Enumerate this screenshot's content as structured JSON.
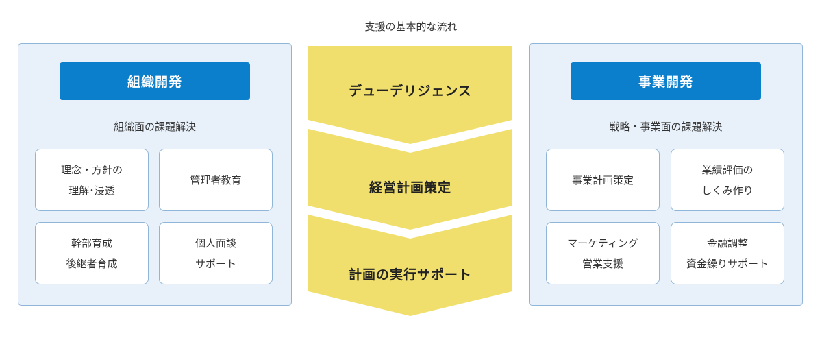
{
  "title": "支援の基本的な流れ",
  "colors": {
    "accent": "#0b7fcc",
    "panel_bg": "#e8f1fa",
    "panel_border": "#8fb5d9",
    "chevron": "#f0df6d"
  },
  "left_panel": {
    "header": "組織開発",
    "subtitle": "組織面の課題解決",
    "cards": [
      {
        "line1": "理念・方針の",
        "line2": "理解･浸透"
      },
      {
        "line1": "管理者教育",
        "line2": ""
      },
      {
        "line1": "幹部育成",
        "line2": "後継者育成"
      },
      {
        "line1": "個人面談",
        "line2": "サポート"
      }
    ]
  },
  "steps": [
    "デューデリジェンス",
    "経営計画策定",
    "計画の実行サポート"
  ],
  "right_panel": {
    "header": "事業開発",
    "subtitle": "戦略・事業面の課題解決",
    "cards": [
      {
        "line1": "事業計画策定",
        "line2": ""
      },
      {
        "line1": "業績評価の",
        "line2": "しくみ作り"
      },
      {
        "line1": "マーケティング",
        "line2": "営業支援"
      },
      {
        "line1": "金融調整",
        "line2": "資金繰りサポート"
      }
    ]
  }
}
